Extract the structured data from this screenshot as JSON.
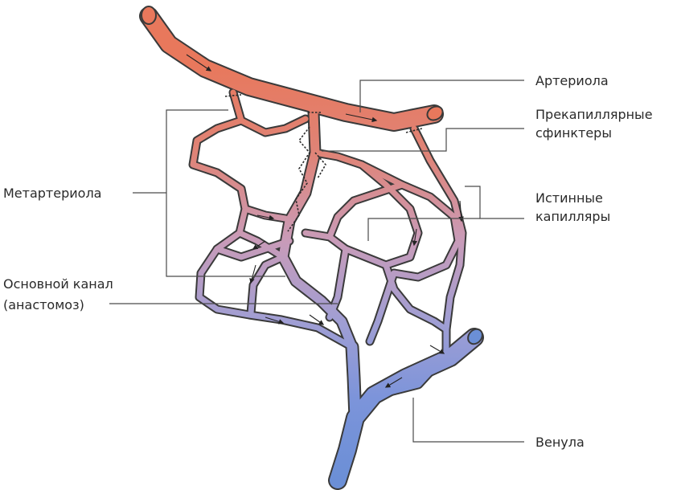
{
  "labels": {
    "arteriole": "Артериола",
    "precap_sphincters_line1": "Прекапиллярные",
    "precap_sphincters_line2": "сфинктеры",
    "true_capillaries_line1": "Истинные",
    "true_capillaries_line2": "капилляры",
    "metarteriole": "Метартериола",
    "main_channel_line1": "Основной канал",
    "main_channel_line2": "(анастомоз)",
    "venule": "Венула"
  },
  "colors": {
    "arterial": "#e8785c",
    "mixed": "#c99bb8",
    "venous": "#6b8fd6",
    "outline": "#3a3a3a"
  }
}
